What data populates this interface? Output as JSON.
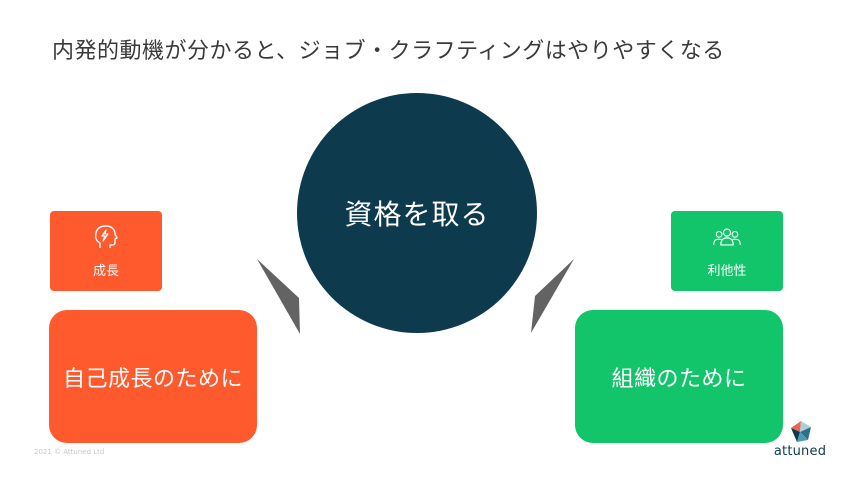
{
  "slide": {
    "title": "内発的動機が分かると、ジョブ・クラフティングはやりやすくなる"
  },
  "center": {
    "label": "資格を取る",
    "color": "#0e3a4e"
  },
  "left": {
    "badge_icon": "head-lightning-icon",
    "badge_label": "成長",
    "box_label": "自己成長のために",
    "color": "#ff5a2e"
  },
  "right": {
    "badge_icon": "people-group-icon",
    "badge_label": "利他性",
    "box_label": "組織のために",
    "color": "#12c46a"
  },
  "footer": {
    "copyright": "2021 © Attuned Ltd"
  },
  "logo": {
    "text": "attuned",
    "icon": "attuned-logo-icon"
  }
}
